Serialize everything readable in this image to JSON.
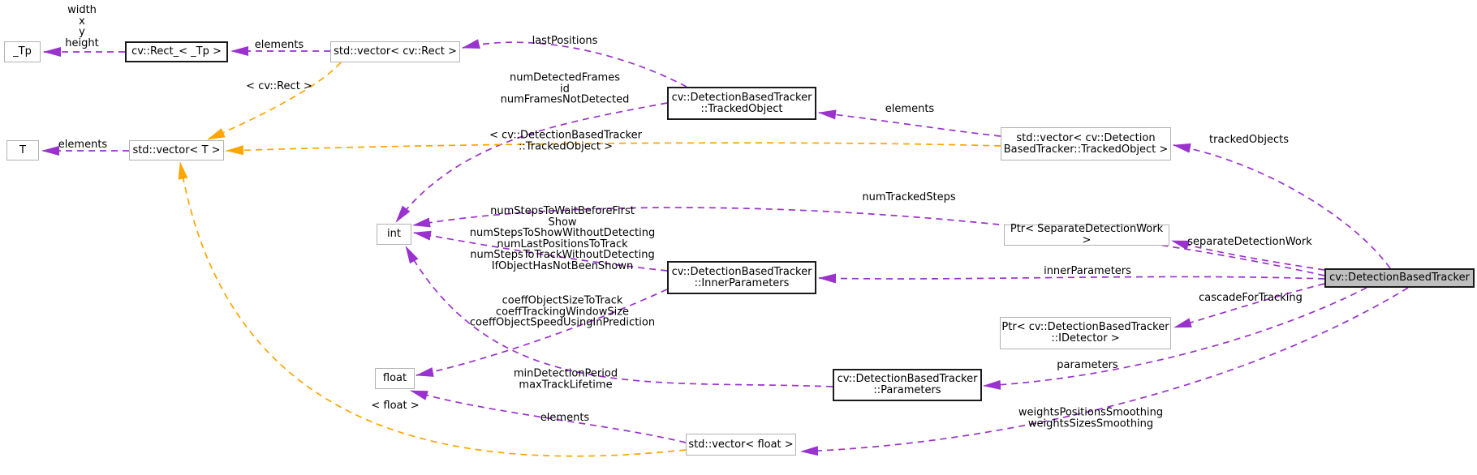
{
  "diagram": {
    "kind": "collaboration-graph",
    "colors": {
      "usage_edge": "#9a32cd",
      "template_edge": "#ffa500",
      "plain_border": "#b2b2b2",
      "linked_border": "#1a1a1a",
      "main_fill": "#bfbfbf",
      "node_fill": "#ffffff",
      "text": "#000000",
      "background": "#ffffff"
    },
    "nodes": [
      {
        "id": "tp",
        "style": "plain",
        "lines": [
          "_Tp"
        ]
      },
      {
        "id": "rect",
        "style": "linked",
        "lines": [
          "cv::Rect_< _Tp >"
        ]
      },
      {
        "id": "vec_rect",
        "style": "plain",
        "lines": [
          "std::vector< cv::Rect >"
        ]
      },
      {
        "id": "t",
        "style": "plain",
        "lines": [
          "T"
        ]
      },
      {
        "id": "vec_t",
        "style": "plain",
        "lines": [
          "std::vector< T >"
        ]
      },
      {
        "id": "tracked_object",
        "style": "linked",
        "lines": [
          "cv::DetectionBasedTracker",
          "::TrackedObject"
        ]
      },
      {
        "id": "vec_tracked",
        "style": "plain",
        "lines": [
          "std::vector< cv::Detection",
          "BasedTracker::TrackedObject >"
        ]
      },
      {
        "id": "int",
        "style": "plain",
        "lines": [
          "int"
        ]
      },
      {
        "id": "ptr_sep",
        "style": "plain",
        "lines": [
          "Ptr< SeparateDetectionWork >"
        ]
      },
      {
        "id": "inner_params",
        "style": "linked",
        "lines": [
          "cv::DetectionBasedTracker",
          "::InnerParameters"
        ]
      },
      {
        "id": "ptr_idetector",
        "style": "plain",
        "lines": [
          "Ptr< cv::DetectionBasedTracker",
          "::IDetector >"
        ]
      },
      {
        "id": "float",
        "style": "plain",
        "lines": [
          "float"
        ]
      },
      {
        "id": "params",
        "style": "linked",
        "lines": [
          "cv::DetectionBasedTracker",
          "::Parameters"
        ]
      },
      {
        "id": "vec_float",
        "style": "plain",
        "lines": [
          "std::vector< float >"
        ]
      },
      {
        "id": "main",
        "style": "main",
        "lines": [
          "cv::DetectionBasedTracker"
        ]
      }
    ],
    "edges": [
      {
        "from": "rect",
        "to": "tp",
        "kind": "usage",
        "label": [
          "width",
          "x",
          "y",
          "height"
        ]
      },
      {
        "from": "vec_rect",
        "to": "rect",
        "kind": "usage",
        "label": [
          "elements"
        ]
      },
      {
        "from": "vec_t",
        "to": "t",
        "kind": "usage",
        "label": [
          "elements"
        ]
      },
      {
        "from": "tracked_object",
        "to": "vec_rect",
        "kind": "usage",
        "label": [
          "lastPositions"
        ]
      },
      {
        "from": "tracked_object",
        "to": "int",
        "kind": "usage",
        "label": [
          "numDetectedFrames",
          "id",
          "numFramesNotDetected"
        ]
      },
      {
        "from": "vec_tracked",
        "to": "tracked_object",
        "kind": "usage",
        "label": [
          "elements"
        ]
      },
      {
        "from": "main",
        "to": "vec_tracked",
        "kind": "usage",
        "label": [
          "trackedObjects"
        ]
      },
      {
        "from": "main",
        "to": "int",
        "kind": "usage",
        "label": [
          "numTrackedSteps"
        ]
      },
      {
        "from": "main",
        "to": "ptr_sep",
        "kind": "usage",
        "label": [
          "separateDetectionWork"
        ]
      },
      {
        "from": "main",
        "to": "inner_params",
        "kind": "usage",
        "label": [
          "innerParameters"
        ]
      },
      {
        "from": "inner_params",
        "to": "int",
        "kind": "usage",
        "label": [
          "numStepsToWaitBeforeFirst",
          "Show",
          "numStepsToShowWithoutDetecting",
          "numLastPositionsToTrack",
          "numStepsToTrackWithoutDetecting",
          "IfObjectHasNotBeenShown"
        ]
      },
      {
        "from": "inner_params",
        "to": "float",
        "kind": "usage",
        "label": [
          "coeffObjectSizeToTrack",
          "coeffTrackingWindowSize",
          "coeffObjectSpeedUsingInPrediction"
        ]
      },
      {
        "from": "main",
        "to": "ptr_idetector",
        "kind": "usage",
        "label": [
          "cascadeForTracking"
        ]
      },
      {
        "from": "main",
        "to": "params",
        "kind": "usage",
        "label": [
          "parameters"
        ]
      },
      {
        "from": "params",
        "to": "int",
        "kind": "usage",
        "label": [
          "minDetectionPeriod",
          "maxTrackLifetime"
        ]
      },
      {
        "from": "main",
        "to": "vec_float",
        "kind": "usage",
        "label": [
          "weightsPositionsSmoothing",
          "weightsSizesSmoothing"
        ]
      },
      {
        "from": "vec_float",
        "to": "float",
        "kind": "usage",
        "label": [
          "elements"
        ]
      },
      {
        "from": "vec_rect",
        "to": "vec_t",
        "kind": "template",
        "label": [
          "< cv::Rect >"
        ]
      },
      {
        "from": "vec_tracked",
        "to": "vec_t",
        "kind": "template",
        "label": [
          "< cv::DetectionBasedTracker",
          "::TrackedObject >"
        ]
      },
      {
        "from": "vec_float",
        "to": "vec_t",
        "kind": "template",
        "label": [
          "< float >"
        ]
      }
    ]
  }
}
